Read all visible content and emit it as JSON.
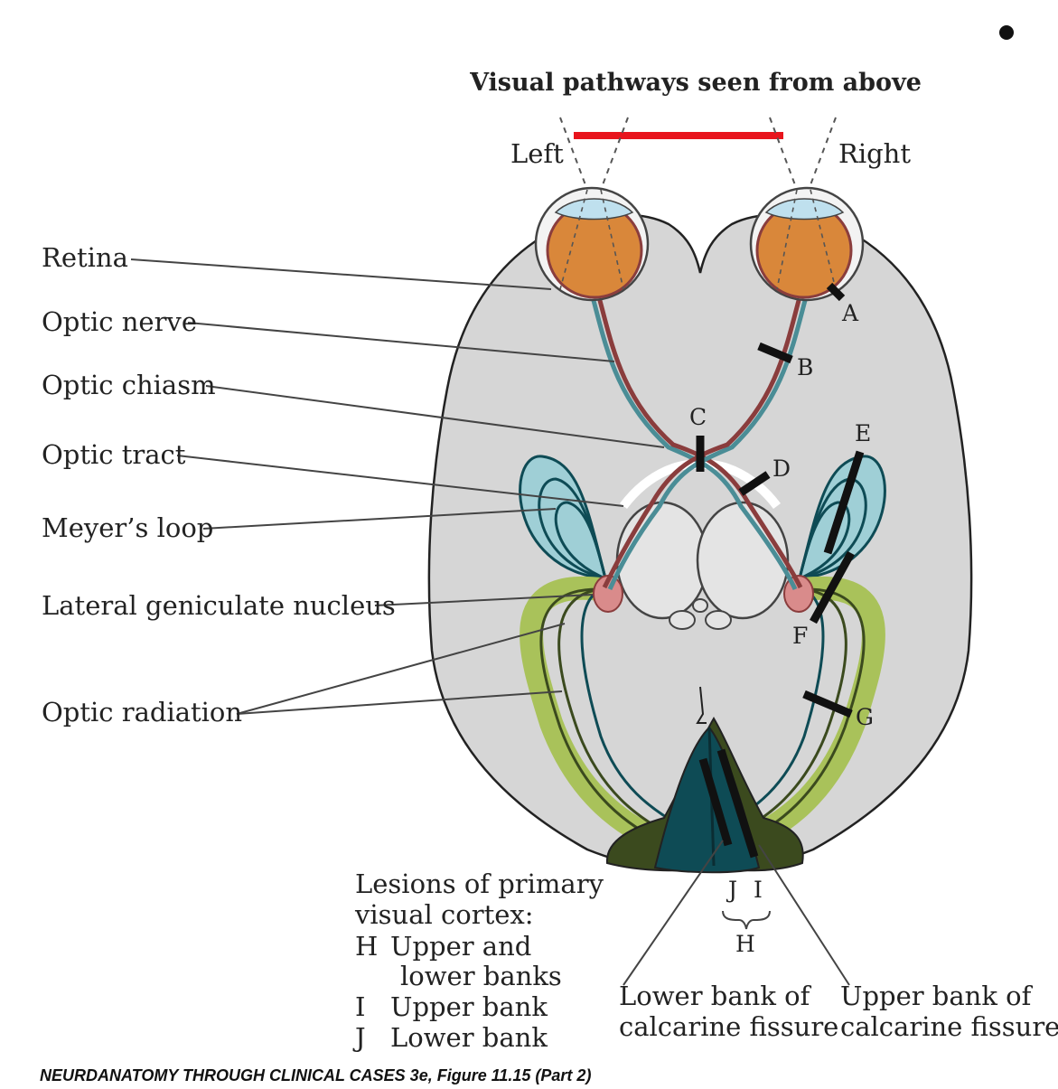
{
  "title": "Visual pathways seen from above",
  "sides": {
    "left": "Left",
    "right": "Right"
  },
  "labels": {
    "retina": "Retina",
    "optic_nerve": "Optic nerve",
    "optic_chiasm": "Optic chiasm",
    "optic_tract": "Optic tract",
    "meyers_loop": "Meyer’s loop",
    "lgn": "Lateral geniculate nucleus",
    "optic_radiation": "Optic radiation"
  },
  "lesion_letters": [
    "A",
    "B",
    "C",
    "D",
    "E",
    "F",
    "G",
    "J",
    "I",
    "H"
  ],
  "cortex_legend": {
    "heading_1": "Lesions of primary",
    "heading_2": "visual cortex:",
    "h_key": "H",
    "h_text_1": "Upper and",
    "h_text_2": "lower banks",
    "i_key": "I",
    "i_text": "Upper bank",
    "j_key": "J",
    "j_text": "Lower bank"
  },
  "calcarine": {
    "lower_1": "Lower bank of",
    "lower_2": "calcarine fissure",
    "upper_1": "Upper bank of",
    "upper_2": "calcarine fissure"
  },
  "credit": "NEURDANATOMY THROUGH CLINICAL CASES 3e, Figure 11.15 (Part 2)",
  "colors": {
    "brain": "#d6d6d6",
    "visual_field_bar": "#e8141c",
    "meyer_loop": "#9fcfd6",
    "radiation": "#a9c25a",
    "cortex_dark": "#3b4a1e",
    "cortex_teal": "#0e4b55",
    "lgn": "#d98b8b",
    "thalamus": "#e4e4e4",
    "eye": "#d9873a"
  }
}
